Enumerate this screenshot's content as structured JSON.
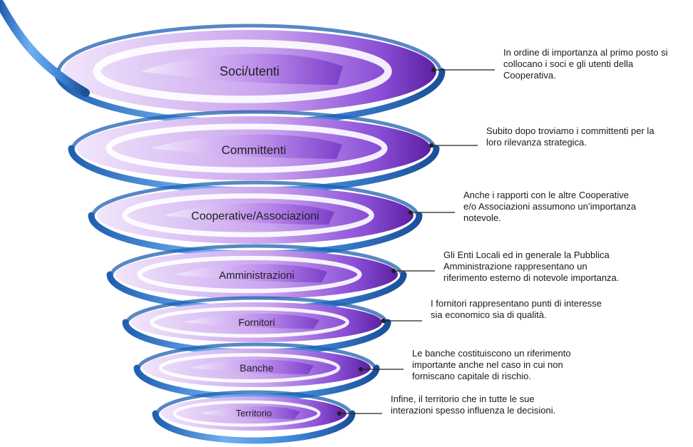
{
  "levels": [
    {
      "label": "Soci/utenti",
      "description": "In ordine di importanza al primo posto si\ncollocano i soci e gli utenti della\nCooperativa."
    },
    {
      "label": "Committenti",
      "description": "Subito dopo troviamo i committenti per la\nloro rilevanza strategica."
    },
    {
      "label": "Cooperative/Associazioni",
      "description": "Anche i rapporti con le altre Cooperative\ne/o Associazioni  assumono un’importanza\nnotevole."
    },
    {
      "label": "Amministrazioni",
      "description": "Gli Enti Locali ed in generale la Pubblica\nAmministrazione  rappresentano un\nriferimento esterno di notevole importanza."
    },
    {
      "label": "Fornitori",
      "description": "I fornitori rappresentano punti di interesse\nsia economico sia di qualità."
    },
    {
      "label": "Banche",
      "description": "Le banche costituiscono un riferimento\nimportante anche nel caso in cui non\nforniscano capitale di rischio."
    },
    {
      "label": "Territorio",
      "description": "Infine, il territorio che in tutte le sue\ninterazioni spesso influenza le decisioni."
    }
  ],
  "colors": {
    "disc_light": "#ead8f7",
    "disc_mid": "#b88ae6",
    "disc_dark": "#5c1fa3",
    "ribbon": "#4a8fdc",
    "ribbon_dark": "#1f5fb0",
    "connector": "#222222"
  }
}
